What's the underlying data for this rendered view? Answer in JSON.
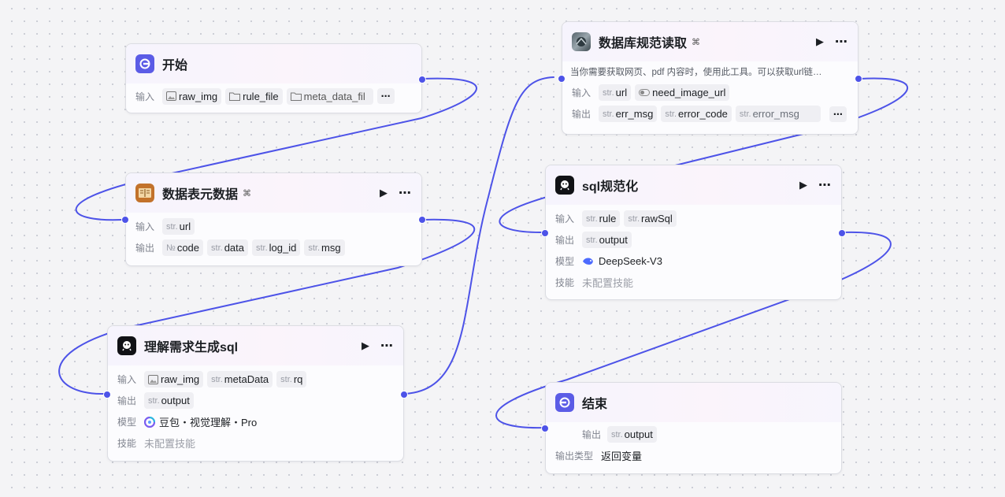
{
  "colors": {
    "edge": "#4d53e8",
    "accent": "#5b5ce6"
  },
  "labels": {
    "input": "输入",
    "output": "输出",
    "model": "模型",
    "skill": "技能",
    "output_type": "输出类型",
    "more": "⋯",
    "run": "▶"
  },
  "nodes": {
    "start": {
      "title": "开始",
      "icon": "start-icon",
      "inputs": [
        "raw_img",
        "rule_file",
        "meta_data_fil"
      ]
    },
    "db_read": {
      "title": "数据库规范读取",
      "icon": "plugin-image-icon",
      "description": "当你需要获取网页、pdf 内容时，使用此工具。可以获取url链…",
      "inputs": [
        {
          "type": "str.",
          "name": "url"
        },
        {
          "type": "toggle",
          "name": "need_image_url"
        }
      ],
      "outputs": [
        {
          "type": "str.",
          "name": "err_msg"
        },
        {
          "type": "str.",
          "name": "error_code"
        },
        {
          "type": "str.",
          "name": "error_msg"
        }
      ]
    },
    "table_meta": {
      "title": "数据表元数据",
      "icon": "book-icon",
      "inputs": [
        {
          "type": "str.",
          "name": "url"
        }
      ],
      "outputs": [
        {
          "type": "№",
          "name": "code"
        },
        {
          "type": "str.",
          "name": "data"
        },
        {
          "type": "str.",
          "name": "log_id"
        },
        {
          "type": "str.",
          "name": "msg"
        }
      ]
    },
    "sql_norm": {
      "title": "sql规范化",
      "icon": "llm-icon",
      "inputs": [
        {
          "type": "str.",
          "name": "rule"
        },
        {
          "type": "str.",
          "name": "rawSql"
        }
      ],
      "outputs": [
        {
          "type": "str.",
          "name": "output"
        }
      ],
      "model": "DeepSeek-V3",
      "skill": "未配置技能"
    },
    "understand": {
      "title": "理解需求生成sql",
      "icon": "llm-icon",
      "inputs": [
        {
          "type": "img",
          "name": "raw_img"
        },
        {
          "type": "str.",
          "name": "metaData"
        },
        {
          "type": "str.",
          "name": "rq"
        }
      ],
      "outputs": [
        {
          "type": "str.",
          "name": "output"
        }
      ],
      "model": "豆包・视觉理解・Pro",
      "skill": "未配置技能"
    },
    "end": {
      "title": "结束",
      "icon": "end-icon",
      "outputs": [
        {
          "type": "str.",
          "name": "output"
        }
      ],
      "output_type": "返回变量"
    }
  }
}
